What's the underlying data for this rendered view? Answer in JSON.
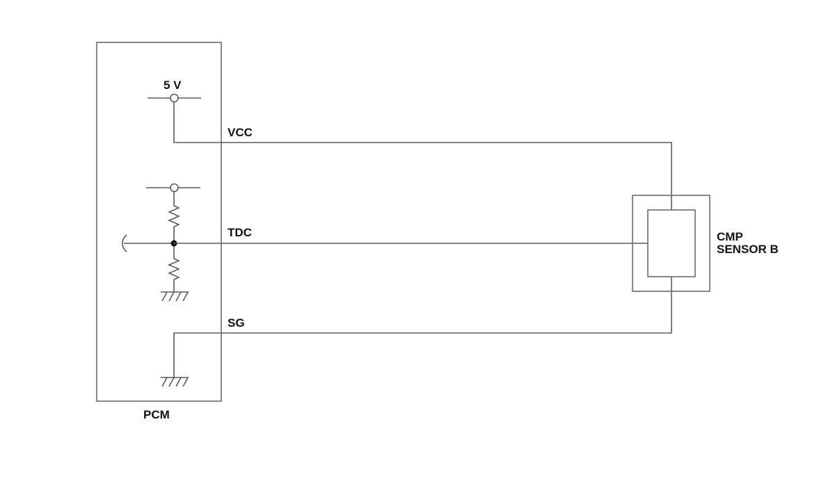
{
  "pcm": {
    "label": "PCM"
  },
  "supply": {
    "label": "5 V"
  },
  "wires": {
    "vcc": "VCC",
    "tdc": "TDC",
    "sg": "SG"
  },
  "sensor": {
    "line1": "CMP",
    "line2": "SENSOR B"
  },
  "colors": {
    "wire": "#5a5a5a",
    "text": "#111111",
    "background": "#ffffff"
  }
}
